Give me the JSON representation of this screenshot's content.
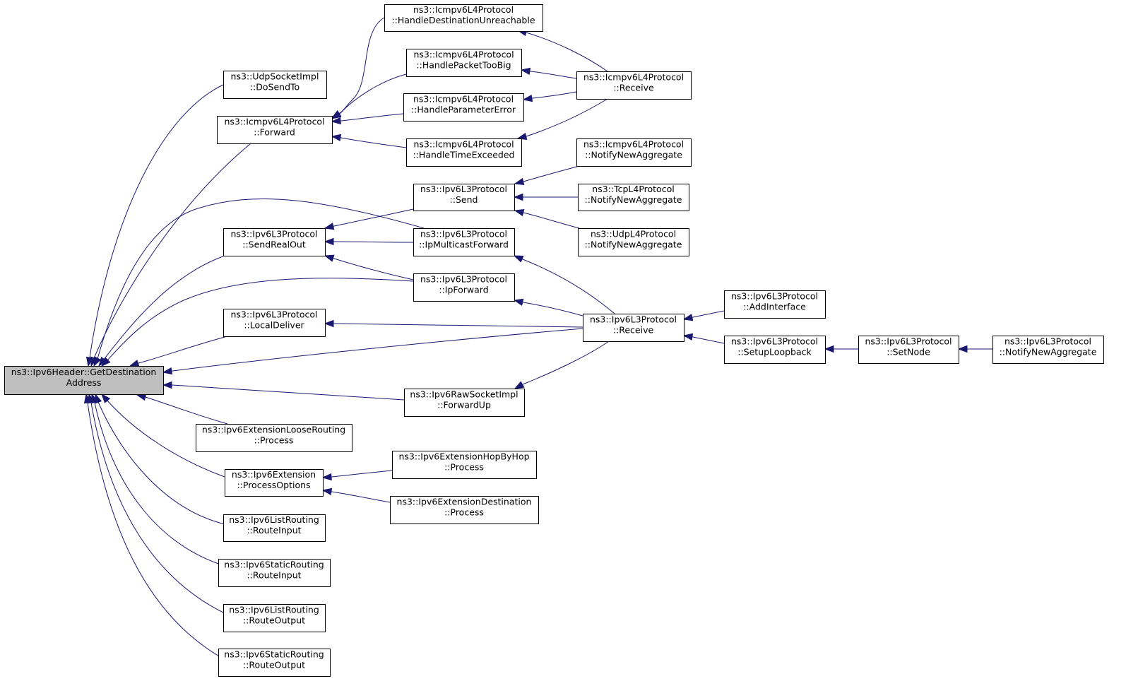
{
  "nodes": [
    {
      "id": "root",
      "lines": [
        "ns3::Ipv6Header::GetDestination",
        "Address"
      ],
      "root": true
    },
    {
      "id": "udpDoSend",
      "lines": [
        "ns3::UdpSocketImpl",
        "::DoSendTo"
      ]
    },
    {
      "id": "icmpForward",
      "lines": [
        "ns3::Icmpv6L4Protocol",
        "::Forward"
      ]
    },
    {
      "id": "icmpDestUnreach",
      "lines": [
        "ns3::Icmpv6L4Protocol",
        "::HandleDestinationUnreachable"
      ]
    },
    {
      "id": "icmpPktTooBig",
      "lines": [
        "ns3::Icmpv6L4Protocol",
        "::HandlePacketTooBig"
      ]
    },
    {
      "id": "icmpParamErr",
      "lines": [
        "ns3::Icmpv6L4Protocol",
        "::HandleParameterError"
      ]
    },
    {
      "id": "icmpTimeExc",
      "lines": [
        "ns3::Icmpv6L4Protocol",
        "::HandleTimeExceeded"
      ]
    },
    {
      "id": "icmpReceive",
      "lines": [
        "ns3::Icmpv6L4Protocol",
        "::Receive"
      ]
    },
    {
      "id": "icmpNotifyAgg",
      "lines": [
        "ns3::Icmpv6L4Protocol",
        "::NotifyNewAggregate"
      ]
    },
    {
      "id": "ipv6Send",
      "lines": [
        "ns3::Ipv6L3Protocol",
        "::Send"
      ]
    },
    {
      "id": "tcpNotifyAgg",
      "lines": [
        "ns3::TcpL4Protocol",
        "::NotifyNewAggregate"
      ]
    },
    {
      "id": "udpNotifyAgg",
      "lines": [
        "ns3::UdpL4Protocol",
        "::NotifyNewAggregate"
      ]
    },
    {
      "id": "ipv6SendRealOut",
      "lines": [
        "ns3::Ipv6L3Protocol",
        "::SendRealOut"
      ]
    },
    {
      "id": "ipv6IpMcastFwd",
      "lines": [
        "ns3::Ipv6L3Protocol",
        "::IpMulticastForward"
      ]
    },
    {
      "id": "ipv6IpForward",
      "lines": [
        "ns3::Ipv6L3Protocol",
        "::IpForward"
      ]
    },
    {
      "id": "ipv6LocalDeliver",
      "lines": [
        "ns3::Ipv6L3Protocol",
        "::LocalDeliver"
      ]
    },
    {
      "id": "ipv6Receive",
      "lines": [
        "ns3::Ipv6L3Protocol",
        "::Receive"
      ]
    },
    {
      "id": "ipv6AddIface",
      "lines": [
        "ns3::Ipv6L3Protocol",
        "::AddInterface"
      ]
    },
    {
      "id": "ipv6SetupLoop",
      "lines": [
        "ns3::Ipv6L3Protocol",
        "::SetupLoopback"
      ]
    },
    {
      "id": "ipv6SetNode",
      "lines": [
        "ns3::Ipv6L3Protocol",
        "::SetNode"
      ]
    },
    {
      "id": "ipv6NotifyAgg",
      "lines": [
        "ns3::Ipv6L3Protocol",
        "::NotifyNewAggregate"
      ]
    },
    {
      "id": "rawFwdUp",
      "lines": [
        "ns3::Ipv6RawSocketImpl",
        "::ForwardUp"
      ]
    },
    {
      "id": "extLooseRouting",
      "lines": [
        "ns3::Ipv6ExtensionLooseRouting",
        "::Process"
      ]
    },
    {
      "id": "extProcOpts",
      "lines": [
        "ns3::Ipv6Extension",
        "::ProcessOptions"
      ]
    },
    {
      "id": "extHopByHop",
      "lines": [
        "ns3::Ipv6ExtensionHopByHop",
        "::Process"
      ]
    },
    {
      "id": "extDest",
      "lines": [
        "ns3::Ipv6ExtensionDestination",
        "::Process"
      ]
    },
    {
      "id": "listRouteIn",
      "lines": [
        "ns3::Ipv6ListRouting",
        "::RouteInput"
      ]
    },
    {
      "id": "staticRouteIn",
      "lines": [
        "ns3::Ipv6StaticRouting",
        "::RouteInput"
      ]
    },
    {
      "id": "listRouteOut",
      "lines": [
        "ns3::Ipv6ListRouting",
        "::RouteOutput"
      ]
    },
    {
      "id": "staticRouteOut",
      "lines": [
        "ns3::Ipv6StaticRouting",
        "::RouteOutput"
      ]
    }
  ],
  "edges": [
    {
      "from": "udpDoSend",
      "to": "root"
    },
    {
      "from": "icmpForward",
      "to": "root"
    },
    {
      "from": "ipv6IpMcastFwd",
      "to": "root"
    },
    {
      "from": "ipv6SendRealOut",
      "to": "root"
    },
    {
      "from": "ipv6IpForward",
      "to": "root"
    },
    {
      "from": "ipv6LocalDeliver",
      "to": "root"
    },
    {
      "from": "ipv6Receive",
      "to": "root"
    },
    {
      "from": "rawFwdUp",
      "to": "root"
    },
    {
      "from": "extLooseRouting",
      "to": "root"
    },
    {
      "from": "extProcOpts",
      "to": "root"
    },
    {
      "from": "listRouteIn",
      "to": "root"
    },
    {
      "from": "staticRouteIn",
      "to": "root"
    },
    {
      "from": "listRouteOut",
      "to": "root"
    },
    {
      "from": "staticRouteOut",
      "to": "root"
    },
    {
      "from": "icmpDestUnreach",
      "to": "icmpForward"
    },
    {
      "from": "icmpPktTooBig",
      "to": "icmpForward"
    },
    {
      "from": "icmpParamErr",
      "to": "icmpForward"
    },
    {
      "from": "icmpTimeExc",
      "to": "icmpForward"
    },
    {
      "from": "icmpReceive",
      "to": "icmpDestUnreach"
    },
    {
      "from": "icmpReceive",
      "to": "icmpPktTooBig"
    },
    {
      "from": "icmpReceive",
      "to": "icmpParamErr"
    },
    {
      "from": "icmpReceive",
      "to": "icmpTimeExc"
    },
    {
      "from": "ipv6Send",
      "to": "ipv6SendRealOut"
    },
    {
      "from": "ipv6IpMcastFwd",
      "to": "ipv6SendRealOut"
    },
    {
      "from": "ipv6IpForward",
      "to": "ipv6SendRealOut"
    },
    {
      "from": "icmpNotifyAgg",
      "to": "ipv6Send"
    },
    {
      "from": "tcpNotifyAgg",
      "to": "ipv6Send"
    },
    {
      "from": "udpNotifyAgg",
      "to": "ipv6Send"
    },
    {
      "from": "ipv6Receive",
      "to": "ipv6IpMcastFwd"
    },
    {
      "from": "ipv6Receive",
      "to": "ipv6IpForward"
    },
    {
      "from": "ipv6Receive",
      "to": "ipv6LocalDeliver"
    },
    {
      "from": "ipv6Receive",
      "to": "rawFwdUp"
    },
    {
      "from": "ipv6AddIface",
      "to": "ipv6Receive"
    },
    {
      "from": "ipv6SetupLoop",
      "to": "ipv6Receive"
    },
    {
      "from": "ipv6SetNode",
      "to": "ipv6SetupLoop"
    },
    {
      "from": "ipv6NotifyAgg",
      "to": "ipv6SetNode"
    },
    {
      "from": "extHopByHop",
      "to": "extProcOpts"
    },
    {
      "from": "extDest",
      "to": "extProcOpts"
    }
  ]
}
